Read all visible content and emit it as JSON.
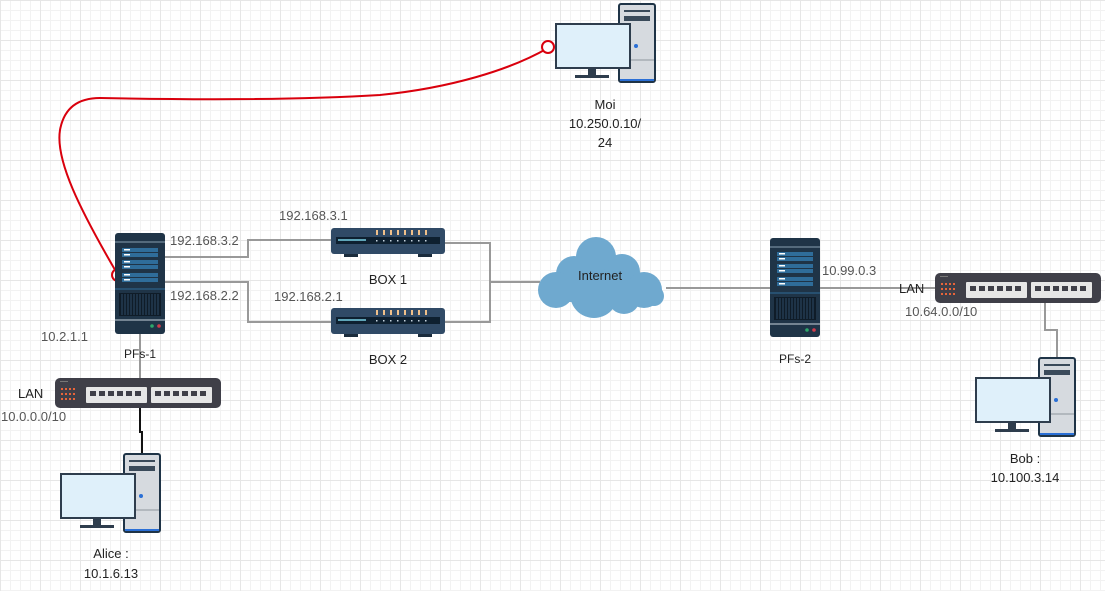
{
  "diagram": {
    "nodes": {
      "moi": {
        "name": "Moi",
        "ip_line1": "10.250.0.10/",
        "ip_line2": "24",
        "icon": "desktop-computer-icon"
      },
      "pfs1": {
        "name": "PFs-1",
        "icon": "server-rack-icon",
        "if_box1": "192.168.3.2",
        "if_box2": "192.168.2.2",
        "if_lan": "10.2.1.1"
      },
      "box1": {
        "name": "BOX 1",
        "ip": "192.168.3.1",
        "icon": "router-icon"
      },
      "box2": {
        "name": "BOX 2",
        "ip": "192.168.2.1",
        "icon": "router-icon"
      },
      "internet": {
        "name": "Internet",
        "icon": "cloud-icon"
      },
      "pfs2": {
        "name": "PFs-2",
        "icon": "server-rack-icon",
        "if_wan": "10.99.0.3"
      },
      "lan_left": {
        "name": "LAN",
        "subnet": "10.0.0.0/10",
        "icon": "network-switch-icon"
      },
      "lan_right": {
        "name": "LAN",
        "subnet": "10.64.0.0/10",
        "icon": "network-switch-icon"
      },
      "alice": {
        "name": "Alice :",
        "ip": "10.1.6.13",
        "icon": "desktop-computer-icon"
      },
      "bob": {
        "name": "Bob :",
        "ip": "10.100.3.14",
        "icon": "desktop-computer-icon"
      }
    },
    "colors": {
      "device_dark": "#1f3447",
      "device_mid": "#2e4a66",
      "router_body": "#304a66",
      "screen": "#dff0fa",
      "tower": "#d6dadf",
      "cloud": "#6fa9cf",
      "wire": "#999999",
      "wire_black": "#111111",
      "selected_wire": "#d9000d",
      "switch_body": "#3f3f48",
      "switch_led": "#e8643a"
    }
  }
}
